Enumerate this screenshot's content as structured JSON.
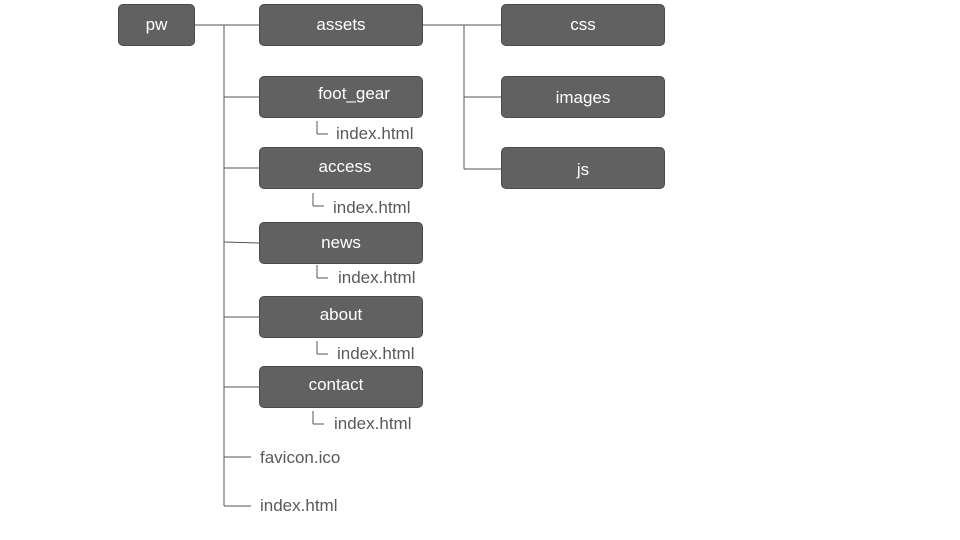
{
  "tree": {
    "root": {
      "label": "pw"
    },
    "assets": {
      "label": "assets",
      "children": [
        {
          "label": "css"
        },
        {
          "label": "images"
        },
        {
          "label": "js"
        }
      ]
    },
    "folders": [
      {
        "label": "foot_gear",
        "file": "index.html"
      },
      {
        "label": "access",
        "file": "index.html"
      },
      {
        "label": "news",
        "file": "index.html"
      },
      {
        "label": "about",
        "file": "index.html"
      },
      {
        "label": "contact",
        "file": "index.html"
      }
    ],
    "root_files": [
      {
        "label": "favicon.ico"
      },
      {
        "label": "index.html"
      }
    ]
  }
}
